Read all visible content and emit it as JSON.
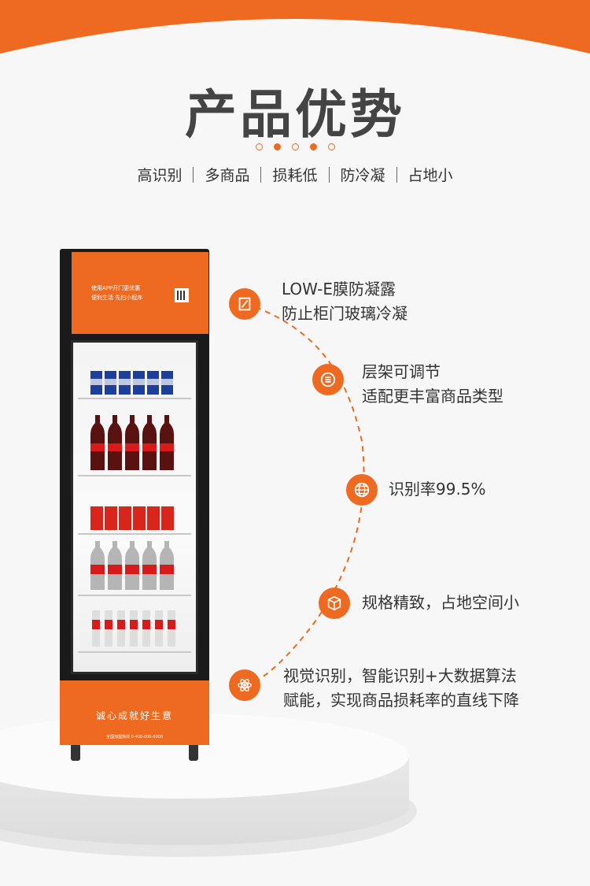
{
  "heading": {
    "title": "产品优势"
  },
  "tags": [
    "高识别",
    "多商品",
    "损耗低",
    "防冷凝",
    "占地小"
  ],
  "fridge": {
    "top_panel_line1": "使用APP开门更优惠",
    "top_panel_line2": "便利生活  先扫小程序",
    "bottom_slogan": "诚心成就好生意",
    "bottom_small": "全国加盟热线  0-400-000-0000"
  },
  "features": [
    {
      "icon": "film-icon",
      "lines": [
        "LOW-E膜防凝露",
        "防止柜门玻璃冷凝"
      ]
    },
    {
      "icon": "shelf-list-icon",
      "lines": [
        "层架可调节",
        "适配更丰富商品类型"
      ]
    },
    {
      "icon": "globe-icon",
      "lines": [
        "识别率99.5%"
      ]
    },
    {
      "icon": "box-icon",
      "lines": [
        "规格精致，占地空间小"
      ]
    },
    {
      "icon": "atom-icon",
      "lines": [
        "视觉识别，智能识别+大数据算法",
        "赋能，实现商品损耗率的直线下降"
      ]
    }
  ],
  "colors": {
    "accent": "#ee6a20",
    "text": "#333333"
  }
}
